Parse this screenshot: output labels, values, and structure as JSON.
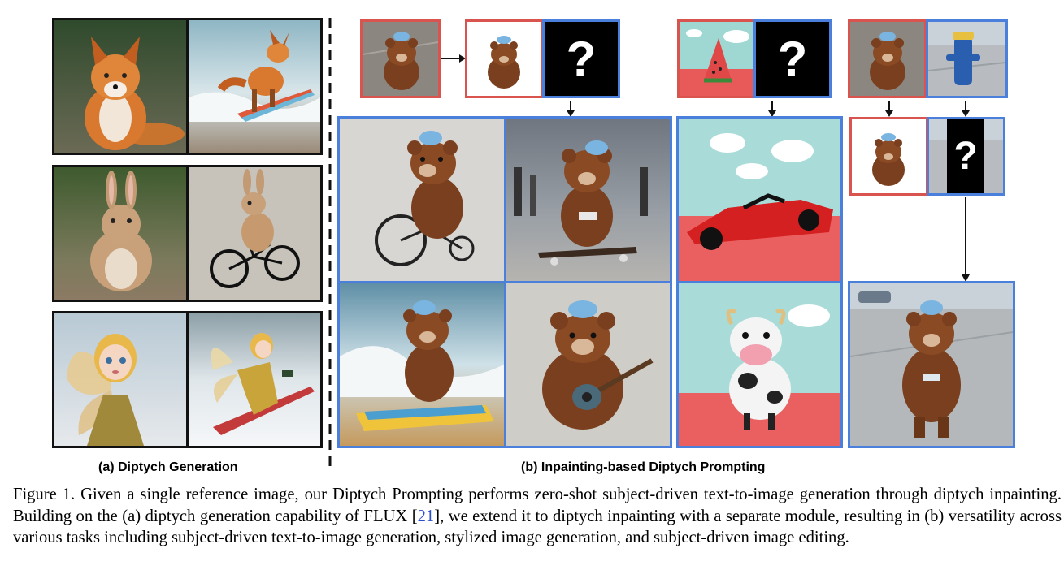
{
  "labels": {
    "part_a": "(a) Diptych Generation",
    "part_b": "(b) Inpainting-based Diptych Prompting"
  },
  "placeholders": {
    "question_mark": "?"
  },
  "caption": {
    "prefix": "Figure 1. Given a single reference image, our Diptych Prompting performs zero-shot subject-driven text-to-image generation through diptych inpainting. Building on the (a) diptych generation capability of FLUX [",
    "ref": "21",
    "suffix": "], we extend it to diptych inpainting with a separate module, resulting in (b) versatility across various tasks including subject-driven text-to-image generation, stylized image generation, and subject-driven image editing."
  },
  "colors": {
    "blue_frame": "#4a7fdc",
    "red_frame": "#d9534f",
    "dark_frame": "#111111",
    "citation": "#2b4fcc"
  },
  "icons": [
    "arrow-right-icon",
    "arrow-down-icon",
    "question-mark-icon"
  ]
}
